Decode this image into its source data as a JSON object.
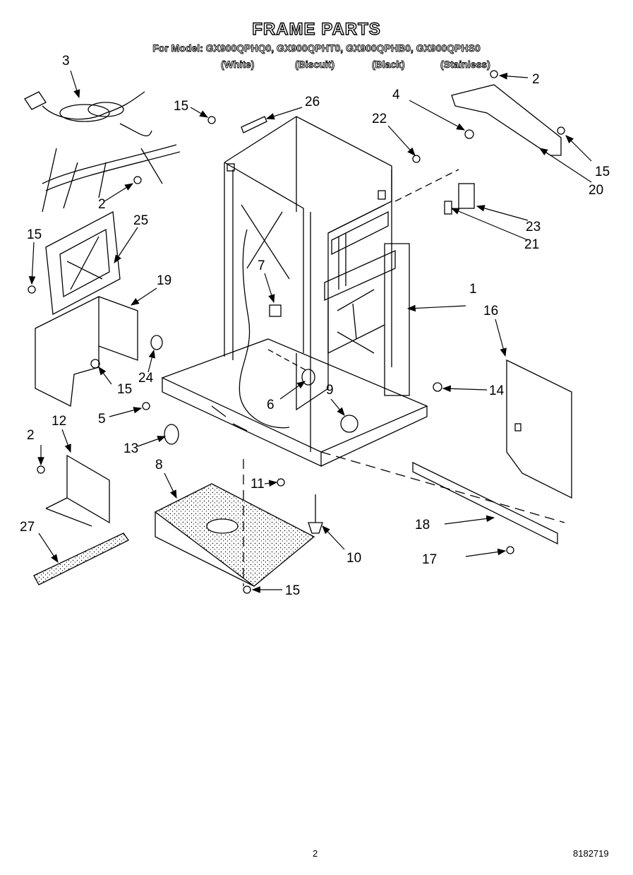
{
  "header": {
    "title": "FRAME PARTS",
    "models": "For Model: GX900QPHQ0, GX900QPHT0, GX900QPHB0, GX900QPHS0",
    "variants": [
      "(White)",
      "(Biscuit)",
      "(Black)",
      "(Stainless)"
    ]
  },
  "callouts": [
    "1",
    "2",
    "2",
    "2",
    "3",
    "4",
    "5",
    "6",
    "7",
    "8",
    "9",
    "10",
    "11",
    "12",
    "13",
    "14",
    "15",
    "15",
    "15",
    "15",
    "15",
    "16",
    "17",
    "18",
    "19",
    "20",
    "21",
    "22",
    "23",
    "24",
    "25",
    "26",
    "27"
  ],
  "footer": {
    "page": "2",
    "code": "8182719"
  }
}
